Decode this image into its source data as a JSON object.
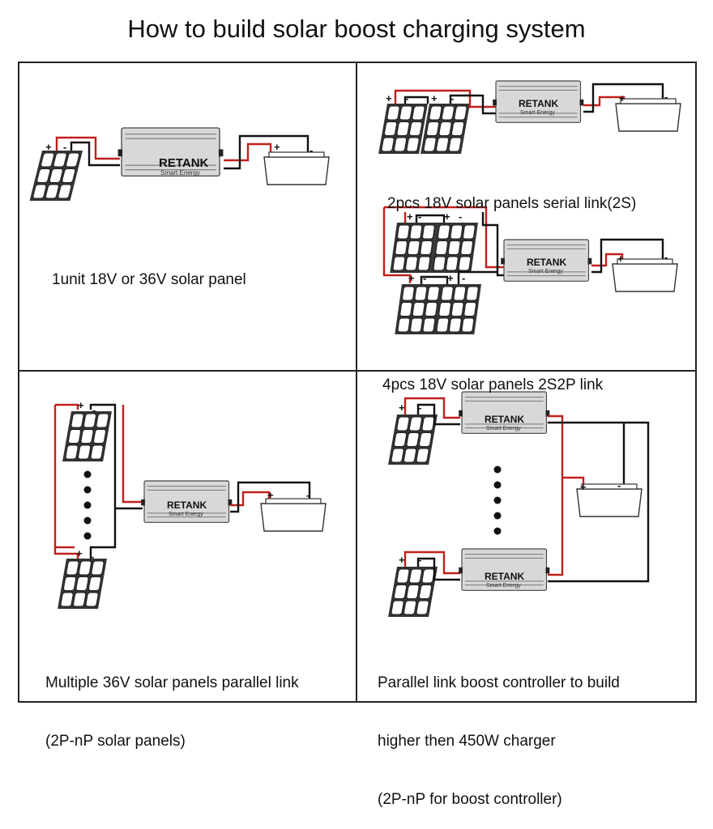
{
  "title": "How to build solar boost charging system",
  "brand": {
    "name": "RETANK",
    "tagline": "Smart Energy"
  },
  "terminal_signs": {
    "plus": "+",
    "minus": "-"
  },
  "colors": {
    "positive_wire": "#c0201a",
    "negative_wire": "#111111",
    "frame": "#222222"
  },
  "sections": [
    {
      "id": "single",
      "caption_lines": [
        "1unit 18V or 36V solar panel"
      ]
    },
    {
      "id": "serial",
      "caption_lines": [
        "2pcs 18V solar panels serial link(2S)"
      ]
    },
    {
      "id": "2s2p",
      "caption_lines": [
        "4pcs 18V solar panels 2S2P link"
      ]
    },
    {
      "id": "parallel-panels",
      "caption_lines": [
        "Multiple 36V solar panels parallel link",
        "(2P-nP solar panels)"
      ]
    },
    {
      "id": "parallel-controllers",
      "caption_lines": [
        "Parallel link boost controller to build",
        "higher then 450W charger",
        "(2P-nP for boost controller)"
      ]
    }
  ]
}
